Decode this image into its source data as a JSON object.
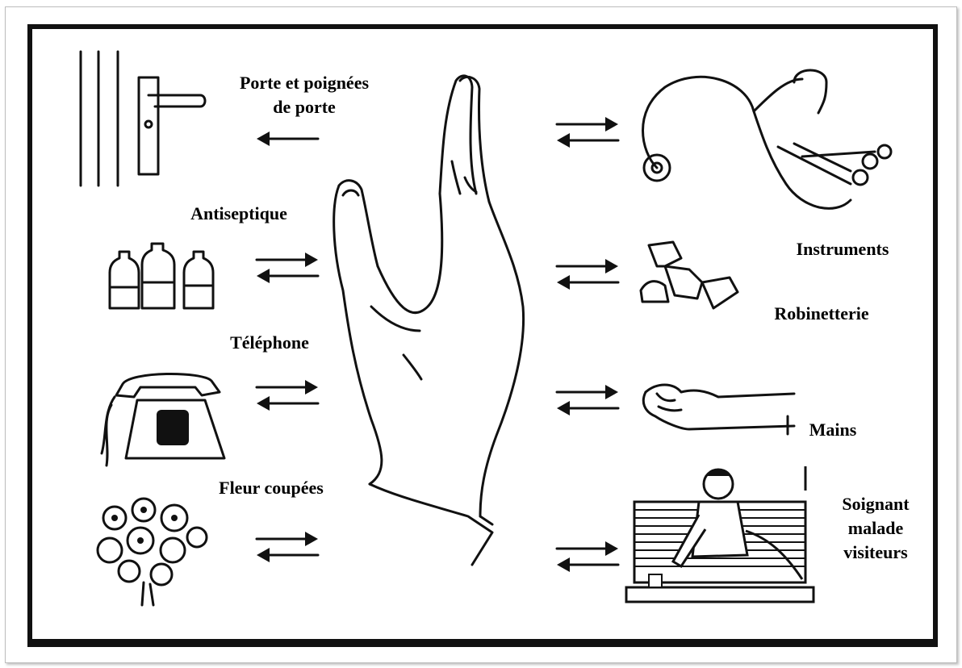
{
  "diagram": {
    "center": "hand-icon",
    "labels": {
      "door": [
        "Porte et poignées",
        "de porte"
      ],
      "antiseptic": "Antiseptique",
      "phone": "Téléphone",
      "flowers": "Fleur coupées",
      "instruments": "Instruments",
      "faucets": "Robinetterie",
      "hands": "Mains",
      "people": [
        "Soignant",
        "malade",
        "visiteurs"
      ]
    },
    "icons": {
      "door": "door-handle-icon",
      "antiseptic": "bottles-icon",
      "phone": "telephone-icon",
      "flowers": "flowers-icon",
      "instruments": "stethoscope-scissors-icon",
      "faucets": "faucet-icon",
      "hands": "hand-icon",
      "people": "caregiver-patient-icon"
    },
    "arrows": {
      "door": "one-way-left",
      "others": "two-way"
    }
  }
}
